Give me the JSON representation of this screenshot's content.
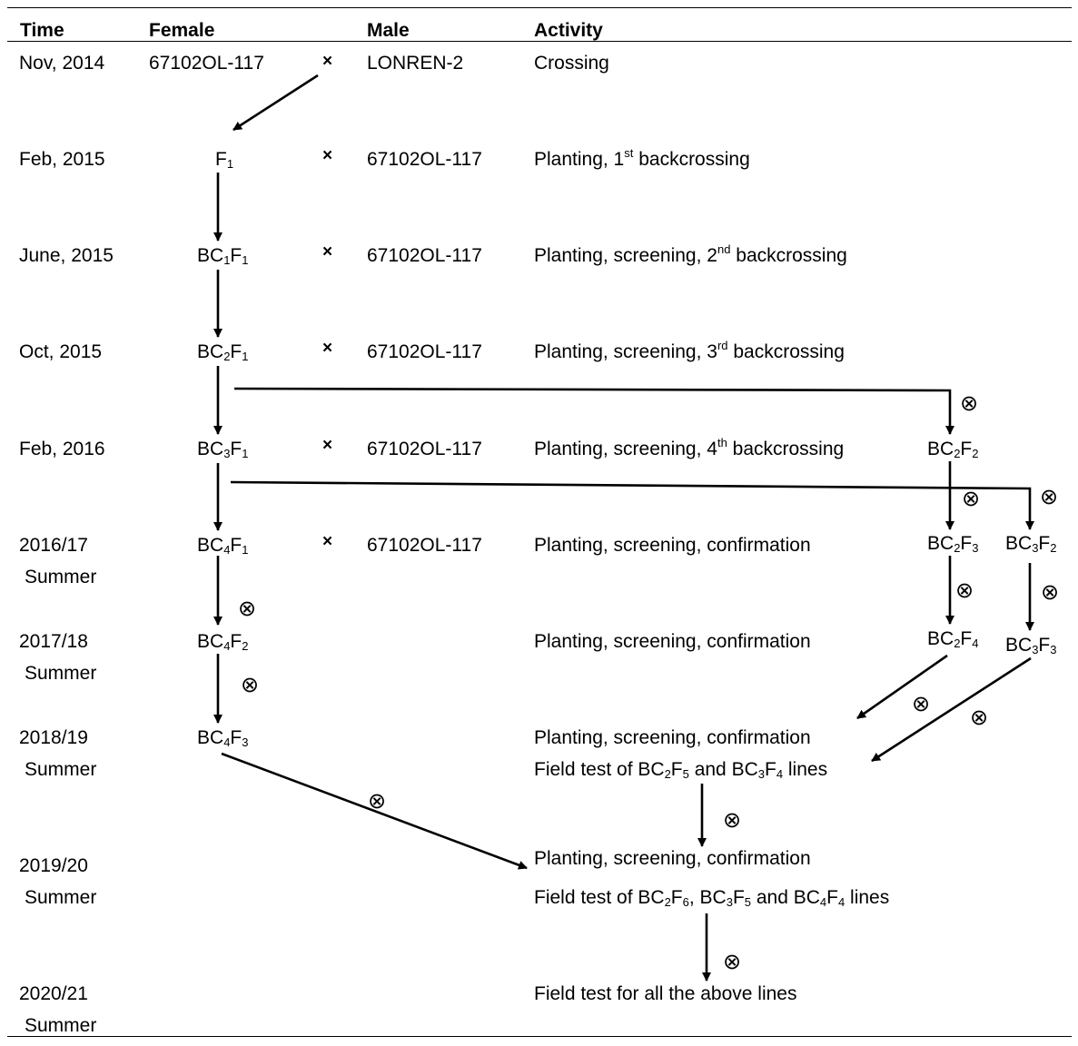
{
  "header": {
    "time": "Time",
    "female": "Female",
    "male": "Male",
    "activity": "Activity"
  },
  "cross_symbol": "×",
  "self_symbol": "⊗",
  "rows": [
    {
      "time": "Nov, 2014",
      "female": "67102OL-117",
      "male": "LONREN-2",
      "activity": "Crossing"
    },
    {
      "time": "Feb, 2015",
      "female": {
        "base": "F",
        "sub": "1"
      },
      "male": "67102OL-117",
      "activity": {
        "pre": "Planting, 1",
        "sup": "st",
        "post": " backcrossing"
      }
    },
    {
      "time": "June, 2015",
      "female": {
        "a": "BC",
        "s1": "1",
        "b": "F",
        "s2": "1"
      },
      "male": "67102OL-117",
      "activity": {
        "pre": "Planting, screening, 2",
        "sup": "nd",
        "post": " backcrossing"
      }
    },
    {
      "time": "Oct, 2015",
      "female": {
        "a": "BC",
        "s1": "2",
        "b": "F",
        "s2": "1"
      },
      "male": "67102OL-117",
      "activity": {
        "pre": "Planting, screening, 3",
        "sup": "rd",
        "post": " backcrossing"
      }
    },
    {
      "time": "Feb, 2016",
      "female": {
        "a": "BC",
        "s1": "3",
        "b": "F",
        "s2": "1"
      },
      "male": "67102OL-117",
      "activity": {
        "pre": "Planting, screening, 4",
        "sup": "th",
        "post": " backcrossing"
      }
    },
    {
      "time": "2016/17",
      "time2": "Summer",
      "female": {
        "a": "BC",
        "s1": "4",
        "b": "F",
        "s2": "1"
      },
      "male": "67102OL-117",
      "activity": "Planting, screening, confirmation"
    },
    {
      "time": "2017/18",
      "time2": "Summer",
      "female": {
        "a": "BC",
        "s1": "4",
        "b": "F",
        "s2": "2"
      },
      "activity": "Planting, screening, confirmation"
    },
    {
      "time": "2018/19",
      "time2": "Summer",
      "female": {
        "a": "BC",
        "s1": "4",
        "b": "F",
        "s2": "3"
      },
      "activity": "Planting, screening, confirmation",
      "activity2": {
        "t1": "Field test of BC",
        "s1": "2",
        "t2": "F",
        "s2": "5",
        "t3": " and BC",
        "s3": "3",
        "t4": "F",
        "s4": "4",
        "t5": " lines"
      }
    },
    {
      "time": "2019/20",
      "time2": "Summer",
      "activity": "Planting, screening, confirmation",
      "activity2": {
        "t1": "Field test of BC",
        "s1": "2",
        "t2": "F",
        "s2": "6",
        "t3": ", BC",
        "s3": "3",
        "t4": "F",
        "s4": "5",
        "t5": " and BC",
        "s5": "4",
        "t6": "F",
        "s6": "4",
        "t7": " lines"
      }
    },
    {
      "time": "2020/21",
      "time2": "Summer",
      "activity": "Field test for all the above lines"
    }
  ],
  "side_lines": {
    "bc2f2": {
      "a": "BC",
      "s1": "2",
      "b": "F",
      "s2": "2"
    },
    "bc2f3": {
      "a": "BC",
      "s1": "2",
      "b": "F",
      "s2": "3"
    },
    "bc2f4": {
      "a": "BC",
      "s1": "2",
      "b": "F",
      "s2": "4"
    },
    "bc3f2": {
      "a": "BC",
      "s1": "3",
      "b": "F",
      "s2": "2"
    },
    "bc3f3": {
      "a": "BC",
      "s1": "3",
      "b": "F",
      "s2": "3"
    }
  }
}
